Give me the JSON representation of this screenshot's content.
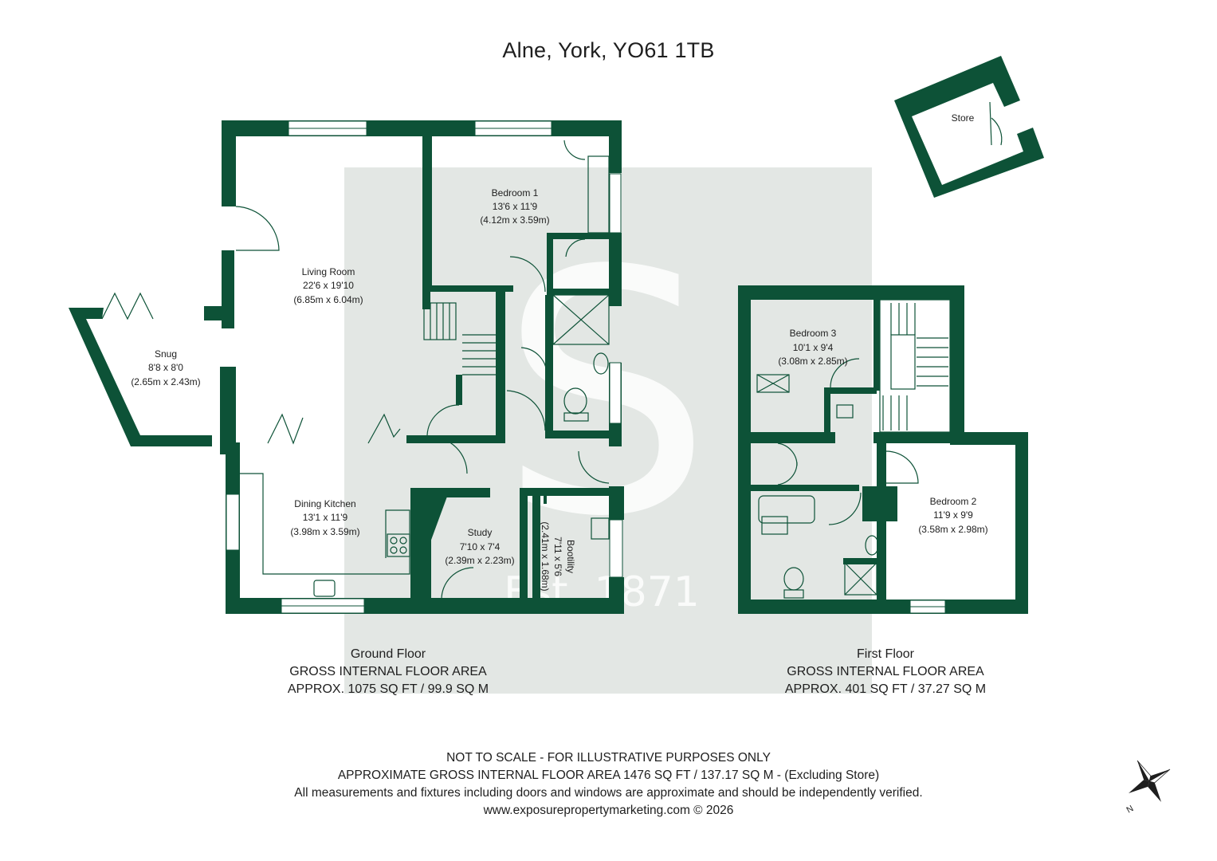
{
  "title": "Alne, York, YO61 1TB",
  "watermark": {
    "letter": "S",
    "text": "Est. 1871",
    "color": "#b8c7bd"
  },
  "colors": {
    "wall": "#0d5237",
    "window": "#ffffff",
    "detail": "#0d5237"
  },
  "rooms": [
    {
      "id": "living-room",
      "name": "Living Room",
      "imperial": "22'6 x 19'10",
      "metric": "(6.85m x 6.04m)"
    },
    {
      "id": "bedroom-1",
      "name": "Bedroom 1",
      "imperial": "13'6 x 11'9",
      "metric": "(4.12m x 3.59m)"
    },
    {
      "id": "snug",
      "name": "Snug",
      "imperial": "8'8 x 8'0",
      "metric": "(2.65m x 2.43m)"
    },
    {
      "id": "dining-kitchen",
      "name": "Dining Kitchen",
      "imperial": "13'1 x 11'9",
      "metric": "(3.98m x 3.59m)"
    },
    {
      "id": "study",
      "name": "Study",
      "imperial": "7'10 x 7'4",
      "metric": "(2.39m x 2.23m)"
    },
    {
      "id": "bootility",
      "name": "Bootility",
      "imperial": "7'11 x 5'6",
      "metric": "(2.41m x 1.68m)"
    },
    {
      "id": "bedroom-3",
      "name": "Bedroom 3",
      "imperial": "10'1 x 9'4",
      "metric": "(3.08m x 2.85m)"
    },
    {
      "id": "bedroom-2",
      "name": "Bedroom 2",
      "imperial": "11'9 x 9'9",
      "metric": "(3.58m x 2.98m)"
    },
    {
      "id": "store",
      "name": "Store"
    }
  ],
  "ground_floor": {
    "name": "Ground Floor",
    "area_label": "GROSS INTERNAL FLOOR AREA",
    "area": "APPROX. 1075 SQ FT / 99.9 SQ M"
  },
  "first_floor": {
    "name": "First Floor",
    "area_label": "GROSS INTERNAL FLOOR AREA",
    "area": "APPROX. 401 SQ FT / 37.27 SQ M"
  },
  "footer": {
    "line1": "NOT TO SCALE - FOR ILLUSTRATIVE PURPOSES ONLY",
    "line2": "APPROXIMATE GROSS INTERNAL FLOOR AREA 1476 SQ FT / 137.17 SQ M - (Excluding Store)",
    "line3": "All measurements and fixtures including doors and windows are approximate and should be independently verified.",
    "line4": "www.exposurepropertymarketing.com © 2026"
  },
  "compass": {
    "icon": "compass-icon",
    "label": "N"
  }
}
